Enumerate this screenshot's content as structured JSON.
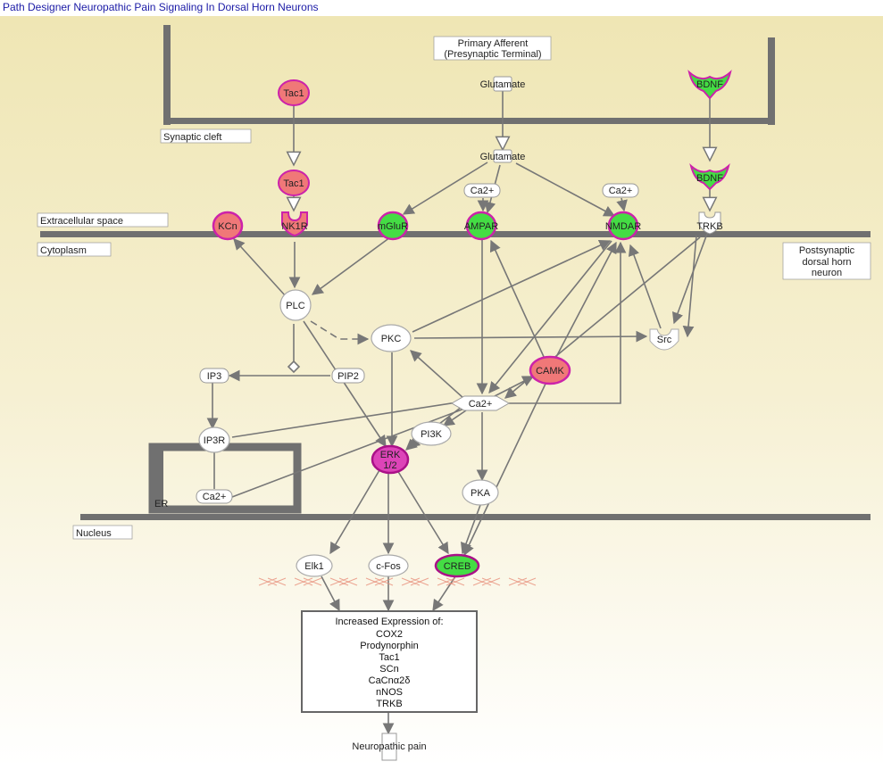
{
  "title": "Path Designer Neuropathic Pain Signaling In Dorsal Horn Neurons",
  "colors": {
    "red": "#f07878",
    "magenta": "#cc22aa",
    "green": "#44dd44",
    "membrane": "#707070",
    "edge": "#777777"
  },
  "compartments": {
    "primary_afferent_1": "Primary Afferent",
    "primary_afferent_2": "(Presynaptic Terminal)",
    "synaptic_cleft": "Synaptic cleft",
    "extracellular": "Extracellular space",
    "cytoplasm": "Cytoplasm",
    "postsynaptic_1": "Postsynaptic",
    "postsynaptic_2": "dorsal horn",
    "postsynaptic_3": "neuron",
    "er": "ER",
    "nucleus": "Nucleus"
  },
  "nodes": {
    "tac1_top": "Tac1",
    "glutamate_top": "Glutamate",
    "bdnf_top": "BDNF",
    "tac1_mid": "Tac1",
    "glutamate_mid": "Glutamate",
    "bdnf_mid": "BDNF",
    "ca_ampar": "Ca2+",
    "ca_nmdar": "Ca2+",
    "kcn": "KCn",
    "nk1r": "NK1R",
    "mglur": "mGluR",
    "ampar": "AMPAR",
    "nmdar": "NMDAR",
    "trkb": "TRKB",
    "plc": "PLC",
    "pkc": "PKC",
    "src": "Src",
    "ip3": "IP3",
    "pip2": "PIP2",
    "camk": "CAMK",
    "ca_center": "Ca2+",
    "pi3k": "PI3K",
    "ip3r": "IP3R",
    "erk_1": "ERK",
    "erk_2": "1/2",
    "pka": "PKA",
    "ca_er": "Ca2+",
    "elk1": "Elk1",
    "cfos": "c-Fos",
    "creb": "CREB",
    "neuropathic": "Neuropathic pain"
  },
  "expression_box": {
    "heading": "Increased Expression of:",
    "items": [
      "COX2",
      "Prodynorphin",
      "Tac1",
      "SCn",
      "CaCnα2δ",
      "nNOS",
      "TRKB"
    ]
  }
}
